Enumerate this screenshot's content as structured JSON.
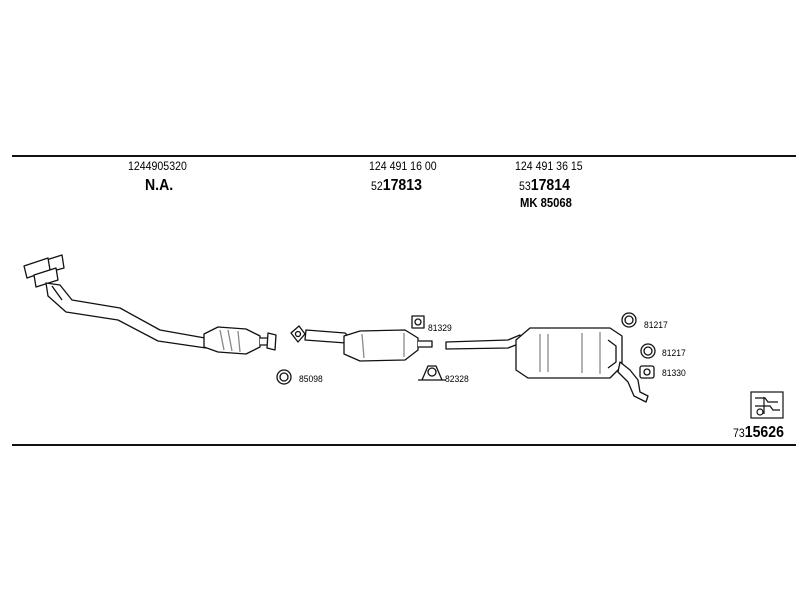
{
  "columns": [
    {
      "oe": "1244905320",
      "code": "N.A."
    },
    {
      "oe": "124 491 16 00",
      "prefix": "52",
      "code": "17813"
    },
    {
      "oe": "124 491 36 15",
      "prefix": "53",
      "code": "17814",
      "extra": "MK  85068"
    }
  ],
  "parts": {
    "p81329": "81329",
    "p85098": "85098",
    "p82328": "82328",
    "p81217a": "81217",
    "p81217b": "81217",
    "p81330": "81330"
  },
  "footer": {
    "prefix": "73",
    "code": "15626"
  },
  "colors": {
    "line": "#111111",
    "fill": "#ffffff",
    "shade": "#888888"
  },
  "icons": [
    "oxygen-sensor-icon"
  ]
}
